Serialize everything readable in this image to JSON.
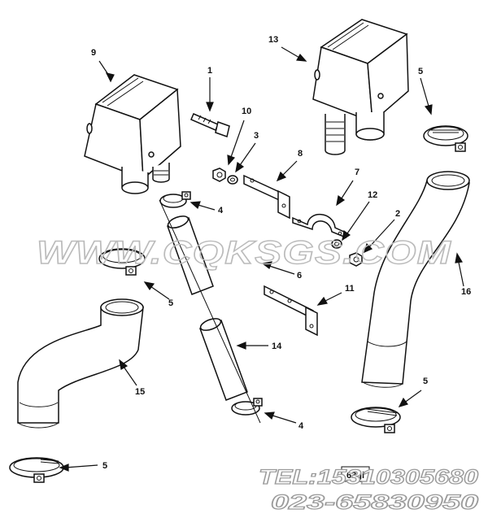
{
  "callouts": [
    {
      "id": "c9",
      "text": "9"
    },
    {
      "id": "c1",
      "text": "1"
    },
    {
      "id": "c10",
      "text": "10"
    },
    {
      "id": "c3",
      "text": "3"
    },
    {
      "id": "c8",
      "text": "8"
    },
    {
      "id": "c13",
      "text": "13"
    },
    {
      "id": "c5a",
      "text": "5"
    },
    {
      "id": "c7",
      "text": "7"
    },
    {
      "id": "c12",
      "text": "12"
    },
    {
      "id": "c2",
      "text": "2"
    },
    {
      "id": "c4a",
      "text": "4"
    },
    {
      "id": "c6",
      "text": "6"
    },
    {
      "id": "c5b",
      "text": "5"
    },
    {
      "id": "c11",
      "text": "11"
    },
    {
      "id": "c16",
      "text": "16"
    },
    {
      "id": "c14",
      "text": "14"
    },
    {
      "id": "c15",
      "text": "15"
    },
    {
      "id": "c5c",
      "text": "5"
    },
    {
      "id": "c4b",
      "text": "4"
    },
    {
      "id": "c5d",
      "text": "5"
    }
  ],
  "watermark": "WWW.CQKSGS.COM",
  "contact": {
    "tel": "TEL:15310305680",
    "phone": "023-65830950"
  },
  "stamp": "63gi"
}
